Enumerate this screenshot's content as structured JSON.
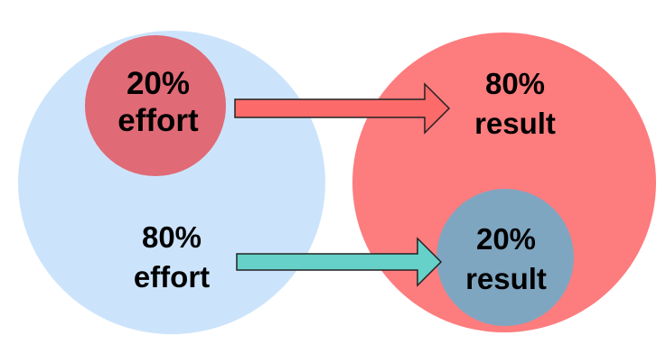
{
  "colors": {
    "effort_circle": "#cce4fb",
    "result_circle": "#fd7c7e",
    "small_effort_circle": "#e06a76",
    "small_result_circle": "#7fa6c1",
    "top_arrow": "#fd6a6a",
    "bottom_arrow": "#66d1c8",
    "arrow_outline": "#222222"
  },
  "effort_side": {
    "small": {
      "percent": "20%",
      "word": "effort"
    },
    "large": {
      "percent": "80%",
      "word": "effort"
    }
  },
  "result_side": {
    "large": {
      "percent": "80%",
      "word": "result"
    },
    "small": {
      "percent": "20%",
      "word": "result"
    }
  }
}
